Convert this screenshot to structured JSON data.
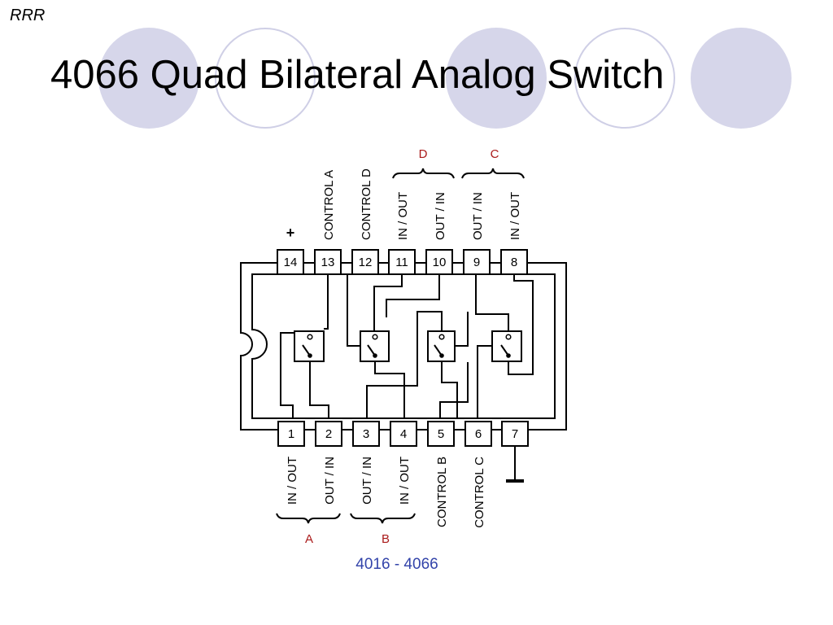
{
  "slide": {
    "corner_label": "RRR",
    "title": "4066 Quad Bilateral Analog Switch"
  },
  "diagram": {
    "top_pins": [
      "14",
      "13",
      "12",
      "11",
      "10",
      "9",
      "8"
    ],
    "bottom_pins": [
      "1",
      "2",
      "3",
      "4",
      "5",
      "6",
      "7"
    ],
    "top_labels": [
      "+",
      "CONTROL A",
      "CONTROL D",
      "IN / OUT",
      "OUT / IN",
      "OUT / IN",
      "IN / OUT"
    ],
    "bottom_labels": [
      "IN / OUT",
      "OUT / IN",
      "OUT / IN",
      "IN / OUT",
      "CONTROL B",
      "CONTROL C"
    ],
    "groups": {
      "top_left": "D",
      "top_right": "C",
      "bottom_left": "A",
      "bottom_right": "B"
    },
    "caption": "4016 - 4066"
  },
  "colors": {
    "circle_fill": "#d6d6ea",
    "circle_ring": "#cfcfe6",
    "group_label": "#aa1a1a",
    "caption": "#3344aa"
  }
}
